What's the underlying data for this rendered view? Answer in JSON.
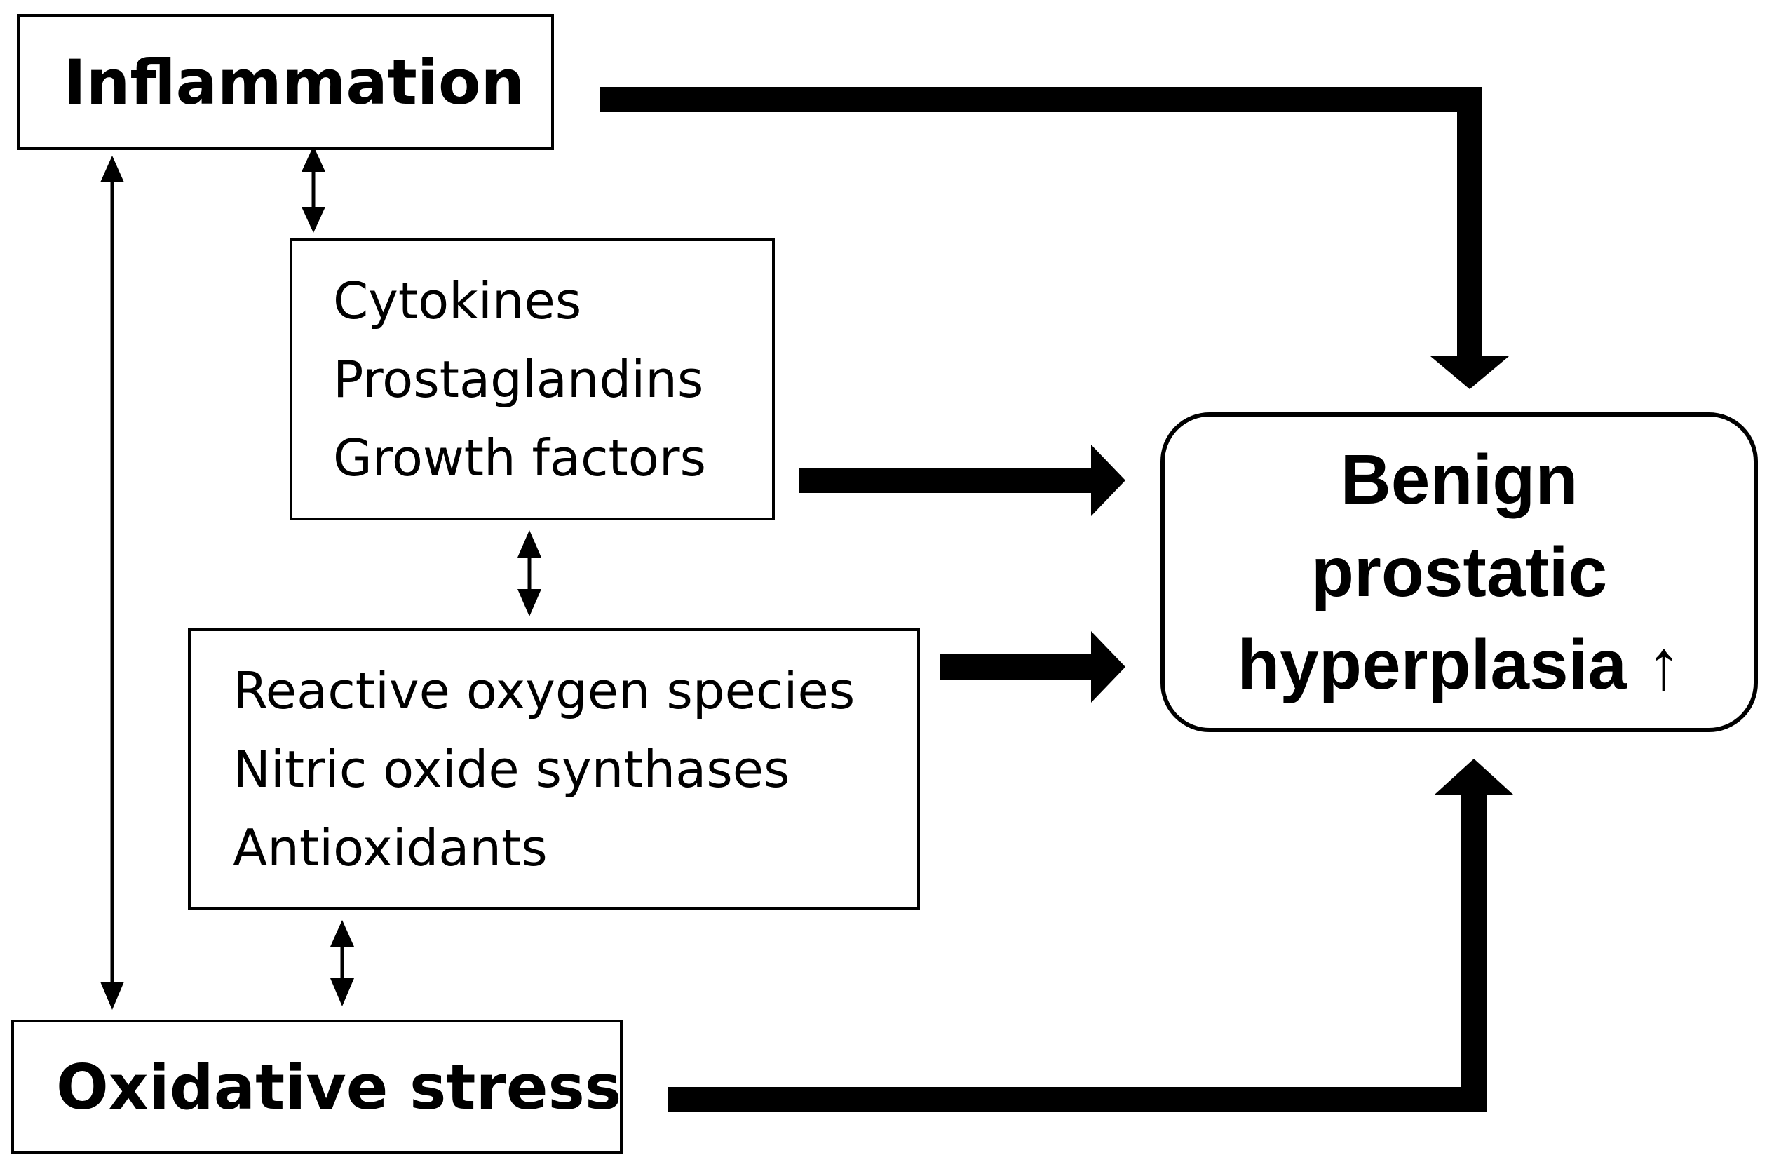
{
  "nodes": {
    "inflammation": {
      "label": "Inflammation"
    },
    "mediators": {
      "items": [
        "Cytokines",
        "Prostaglandins",
        "Growth factors"
      ]
    },
    "oxidative_mediators": {
      "items": [
        "Reactive oxygen species",
        "Nitric oxide synthases",
        "Antioxidants"
      ]
    },
    "oxidative_stress": {
      "label": "Oxidative stress"
    },
    "outcome": {
      "lines": [
        "Benign",
        "prostatic",
        "hyperplasia ↑"
      ]
    }
  },
  "edges": [
    {
      "from": "inflammation",
      "to": "outcome",
      "style": "thick"
    },
    {
      "from": "mediators",
      "to": "outcome",
      "style": "thick"
    },
    {
      "from": "oxidative_mediators",
      "to": "outcome",
      "style": "thick"
    },
    {
      "from": "oxidative_stress",
      "to": "outcome",
      "style": "thick"
    },
    {
      "from": "inflammation",
      "to": "mediators",
      "style": "thin",
      "bidirectional": true
    },
    {
      "from": "mediators",
      "to": "oxidative_mediators",
      "style": "thin",
      "bidirectional": true
    },
    {
      "from": "oxidative_mediators",
      "to": "oxidative_stress",
      "style": "thin",
      "bidirectional": true
    },
    {
      "from": "inflammation",
      "to": "oxidative_stress",
      "style": "thin",
      "bidirectional": true
    }
  ],
  "colors": {
    "line": "#000000",
    "background": "#ffffff"
  }
}
